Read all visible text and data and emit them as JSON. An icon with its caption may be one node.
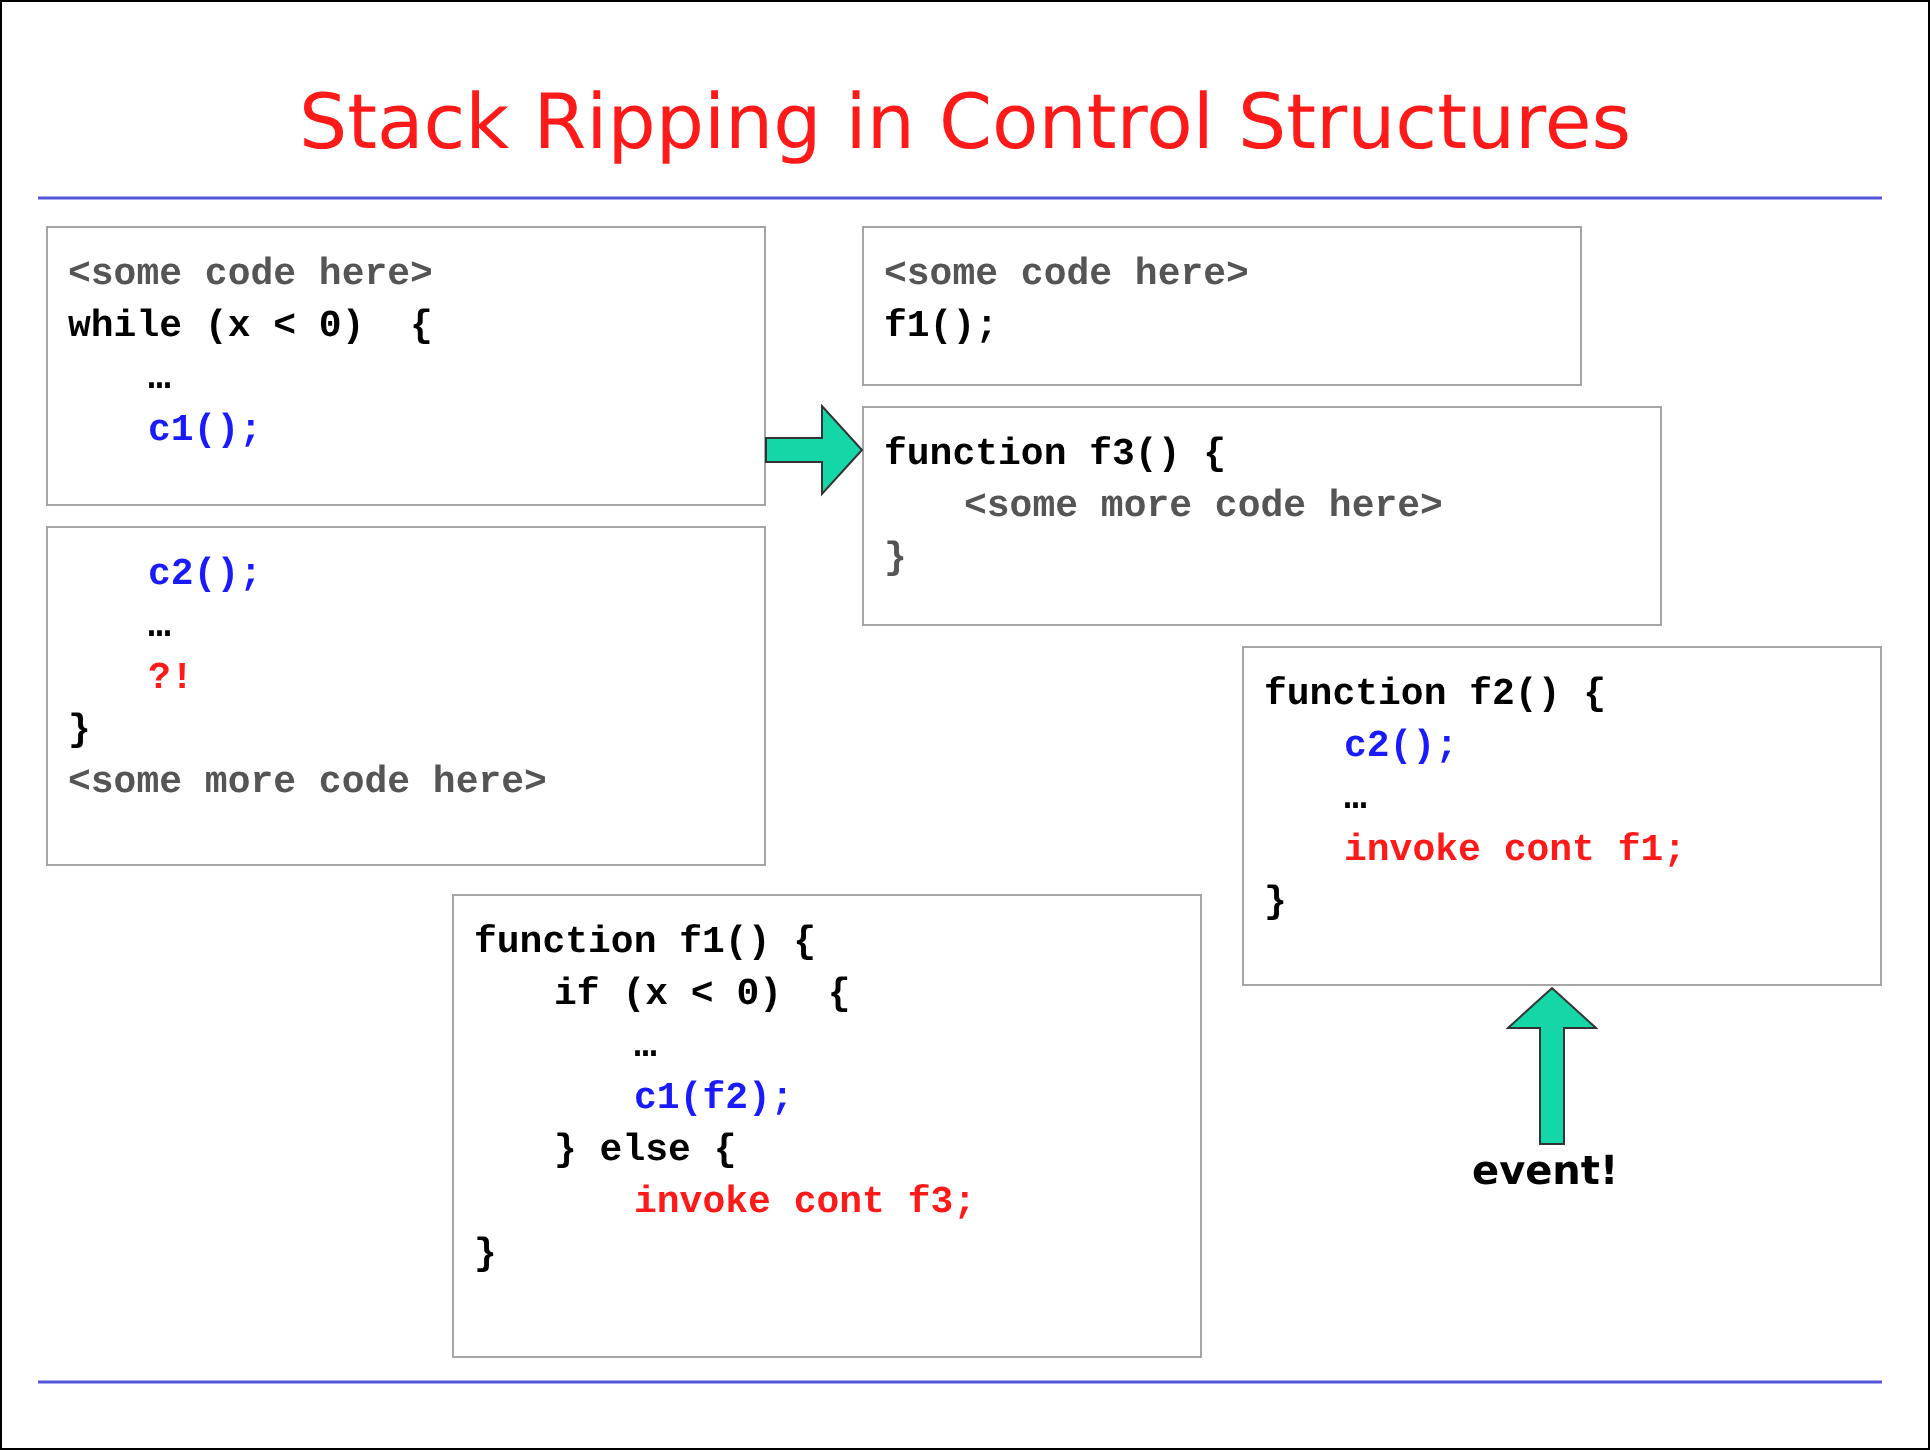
{
  "diagram": {
    "title": "Stack Ripping in Control Structures",
    "nodes": [
      {
        "text": [
          "<some code here>",
          "while (x < 0)  {",
          "…",
          "c1();"
        ]
      },
      {
        "text": [
          "c2();",
          "…",
          "?!",
          "}",
          "<some more code here>"
        ]
      },
      {
        "text": [
          "<some code here>",
          "f1();"
        ]
      },
      {
        "text": [
          "function f3() {",
          "<some more code here>",
          "}"
        ]
      },
      {
        "text": [
          "function f2() {",
          "c2();",
          "…",
          "invoke cont f1;",
          "}"
        ]
      },
      {
        "text": [
          "function f1() {",
          "if (x < 0)  {",
          "…",
          "c1(f2);",
          "} else {",
          "invoke cont f3;",
          "}"
        ]
      },
      {
        "text": [
          "event!"
        ]
      }
    ],
    "edges": [
      {
        "from": 0,
        "to": 3,
        "arrow": "to",
        "style": "thick",
        "color": "#14d6a6"
      },
      {
        "from": 6,
        "to": 4,
        "arrow": "to",
        "style": "thick",
        "color": "#14d6a6"
      }
    ]
  }
}
